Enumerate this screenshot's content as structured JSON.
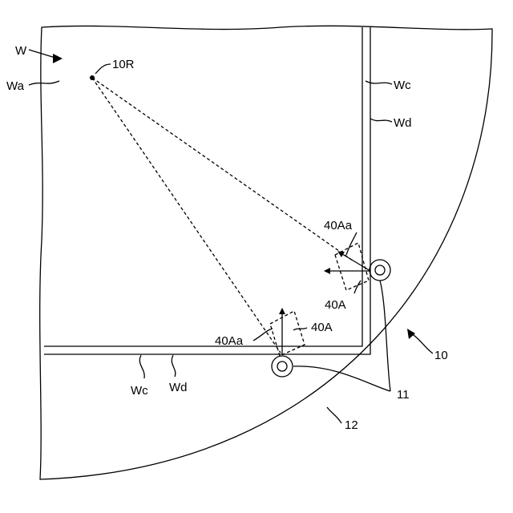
{
  "labels": {
    "W": "W",
    "Wa": "Wa",
    "ref_point": "10R",
    "Wc_right": "Wc",
    "Wd_right": "Wd",
    "Wc_bottom": "Wc",
    "Wd_bottom": "Wd",
    "sensor_right": "40A",
    "sensor_right_axis": "40Aa",
    "sensor_bottom": "40A",
    "sensor_bottom_axis": "40Aa",
    "pins": "11",
    "support": "10",
    "stage_edge": "12"
  }
}
